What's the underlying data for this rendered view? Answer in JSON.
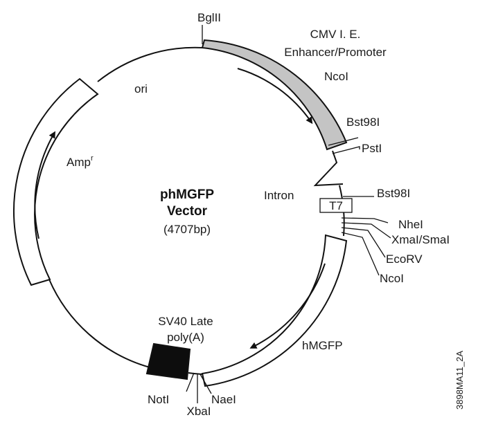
{
  "plasmid": {
    "name": "phMGFP",
    "subtitle": "Vector",
    "size": "(4707bp)"
  },
  "features": {
    "cmv_line1": "CMV I. E.",
    "cmv_line2": "Enhancer/Promoter",
    "intron": "Intron",
    "t7": "T7",
    "hmgfp": "hMGFP",
    "sv40_line1": "SV40 Late",
    "sv40_line2": "poly(A)",
    "ori": "ori",
    "amp": "Amp",
    "amp_sup": "r"
  },
  "sites": {
    "bglii": "BglII",
    "ncoi_1": "NcoI",
    "bst98i_1": "Bst98I",
    "psti": "PstI",
    "bst98i_2": "Bst98I",
    "nhei": "NheI",
    "xmai_smai": "XmaI/SmaI",
    "ecorv": "EcoRV",
    "ncoi_2": "NcoI",
    "naei": "NaeI",
    "xbai": "XbaI",
    "noti": "NotI"
  },
  "figure_code": "3898MA11_2A",
  "colors": {
    "cmv_fill": "#c4c4c4",
    "sv40_fill": "#0d0d0d",
    "line": "#111111"
  }
}
